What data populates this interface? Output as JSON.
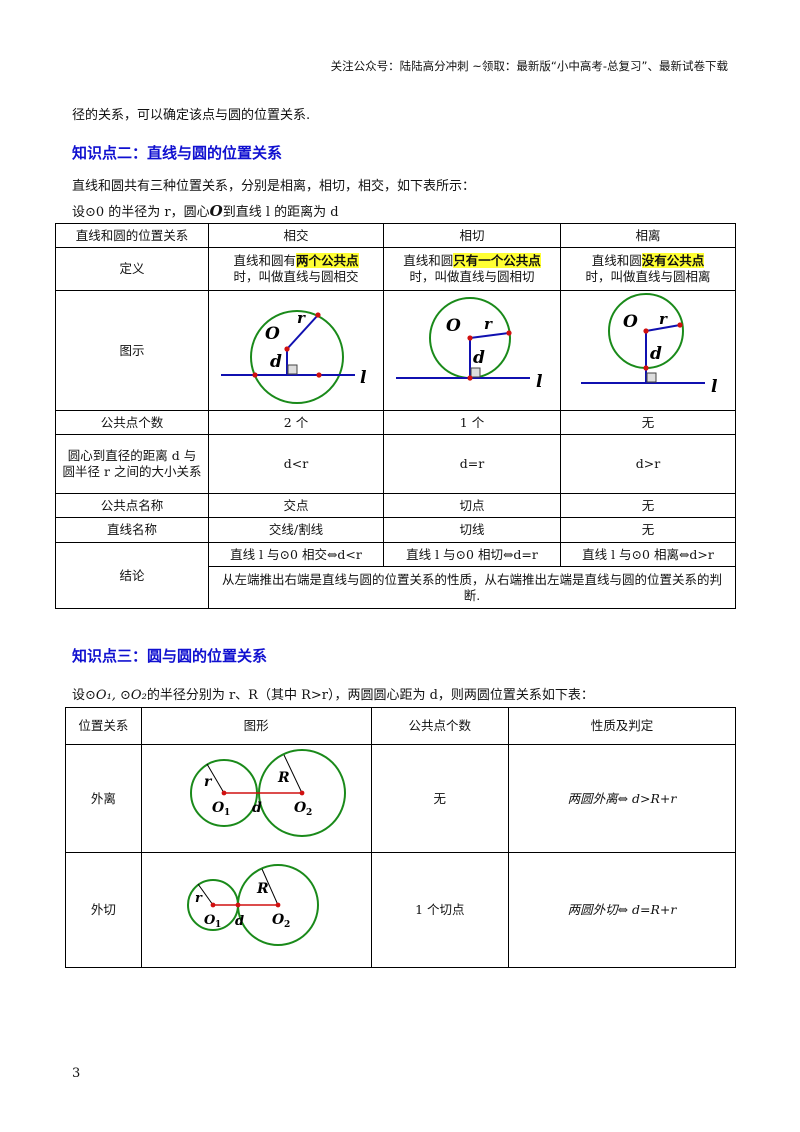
{
  "header": {
    "text": "关注公众号：陆陆高分冲刺 ~领取：最新版“小中高考-总复习”、最新试卷下载"
  },
  "intro_line": "径的关系，可以确定该点与圆的位置关系.",
  "section2": {
    "title": "知识点二：直线与圆的位置关系",
    "para1": "直线和圆共有三种位置关系，分别是相离，相切，相交，如下表所示：",
    "para2_prefix": "设⊙0 的半径为 r，圆心",
    "para2_O": "O",
    "para2_suffix": "到直线 l 的距离为 d",
    "table": {
      "headers": [
        "直线和圆的位置关系",
        "相交",
        "相切",
        "相离"
      ],
      "def_label": "定义",
      "def": [
        {
          "pre": "直线和圆有",
          "hl": "两个公共点",
          "post": "时，叫做直线与圆相交"
        },
        {
          "pre": "直线和圆",
          "hl": "只有一个公共点",
          "post": "时，叫做直线与圆相切"
        },
        {
          "pre": "直线和圆",
          "hl": "没有公共点",
          "post": "时，叫做直线与圆相离"
        }
      ],
      "fig_label": "图示",
      "fig_labels": {
        "O": "O",
        "r": "r",
        "d": "d",
        "l": "l"
      },
      "rows": [
        {
          "label": "公共点个数",
          "cells": [
            "2 个",
            "1 个",
            "无"
          ]
        },
        {
          "label": "圆心到直径的距离 d 与圆半径 r 之间的大小关系",
          "cells": [
            "d<r",
            "d=r",
            "d>r"
          ]
        },
        {
          "label": "公共点名称",
          "cells": [
            "交点",
            "切点",
            "无"
          ]
        },
        {
          "label": "直线名称",
          "cells": [
            "交线/割线",
            "切线",
            "无"
          ]
        }
      ],
      "conclusion_label": "结论",
      "conclusion": [
        "直线 l 与⊙0 相交⇔d<r",
        "直线 l 与⊙0 相切⇔d=r",
        "直线 l 与⊙0 相离⇔d>r"
      ],
      "conclusion_note": "从左端推出右端是直线与圆的位置关系的性质，从右端推出左端是直线与圆的位置关系的判断."
    }
  },
  "section3": {
    "title": "知识点三：圆与圆的位置关系",
    "para_prefix": "设",
    "para_circles": "⊙O₁, ⊙O₂",
    "para_suffix": "的半径分别为 r、R（其中 R>r），两圆圆心距为 d，则两圆位置关系如下表：",
    "table": {
      "headers": [
        "位置关系",
        "图形",
        "公共点个数",
        "性质及判定"
      ],
      "fig_labels": {
        "r": "r",
        "R": "R",
        "O1": "O",
        "O2": "O",
        "sub1": "1",
        "sub2": "2",
        "d": "d"
      },
      "rows": [
        {
          "label": "外离",
          "count": "无",
          "prop": "两圆外离⇔ d>R+r"
        },
        {
          "label": "外切",
          "count": "1 个切点",
          "prop": "两圆外切⇔ d=R+r"
        }
      ]
    }
  },
  "page_number": "3",
  "colors": {
    "circle": "#1a8a1a",
    "line": "#1010b0",
    "point": "#d01010",
    "heading": "#1010d0",
    "highlight": "#ffff33"
  }
}
